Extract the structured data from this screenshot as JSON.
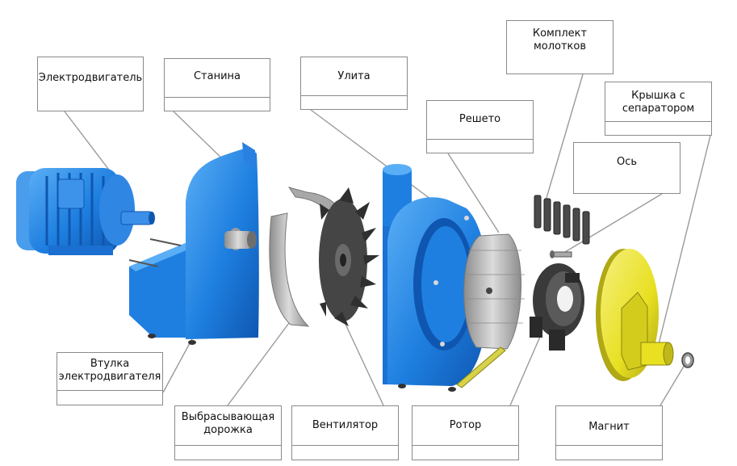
{
  "labels": {
    "motor": "Электродвигатель",
    "frame": "Станина",
    "housing": "Улита",
    "hammers": "Комплект\nмолотков",
    "cover": "Крышка с\nсепаратором",
    "sieve": "Решето",
    "axle": "Ось",
    "bushing": "Втулка\nэлектродвигателя",
    "track": "Выбрасывающая\nдорожка",
    "fan": "Вентилятор",
    "rotor": "Ротор",
    "magnet": "Магнит"
  },
  "colors": {
    "blue": "#1e7fe0",
    "blue_dark": "#0f56b0",
    "blue_light": "#5aaef5",
    "yellow": "#e8e021",
    "yellow_dark": "#b0a814",
    "steel": "#b8b8b8",
    "dark": "#3a3a3a",
    "leader": "#9a9a9a"
  }
}
